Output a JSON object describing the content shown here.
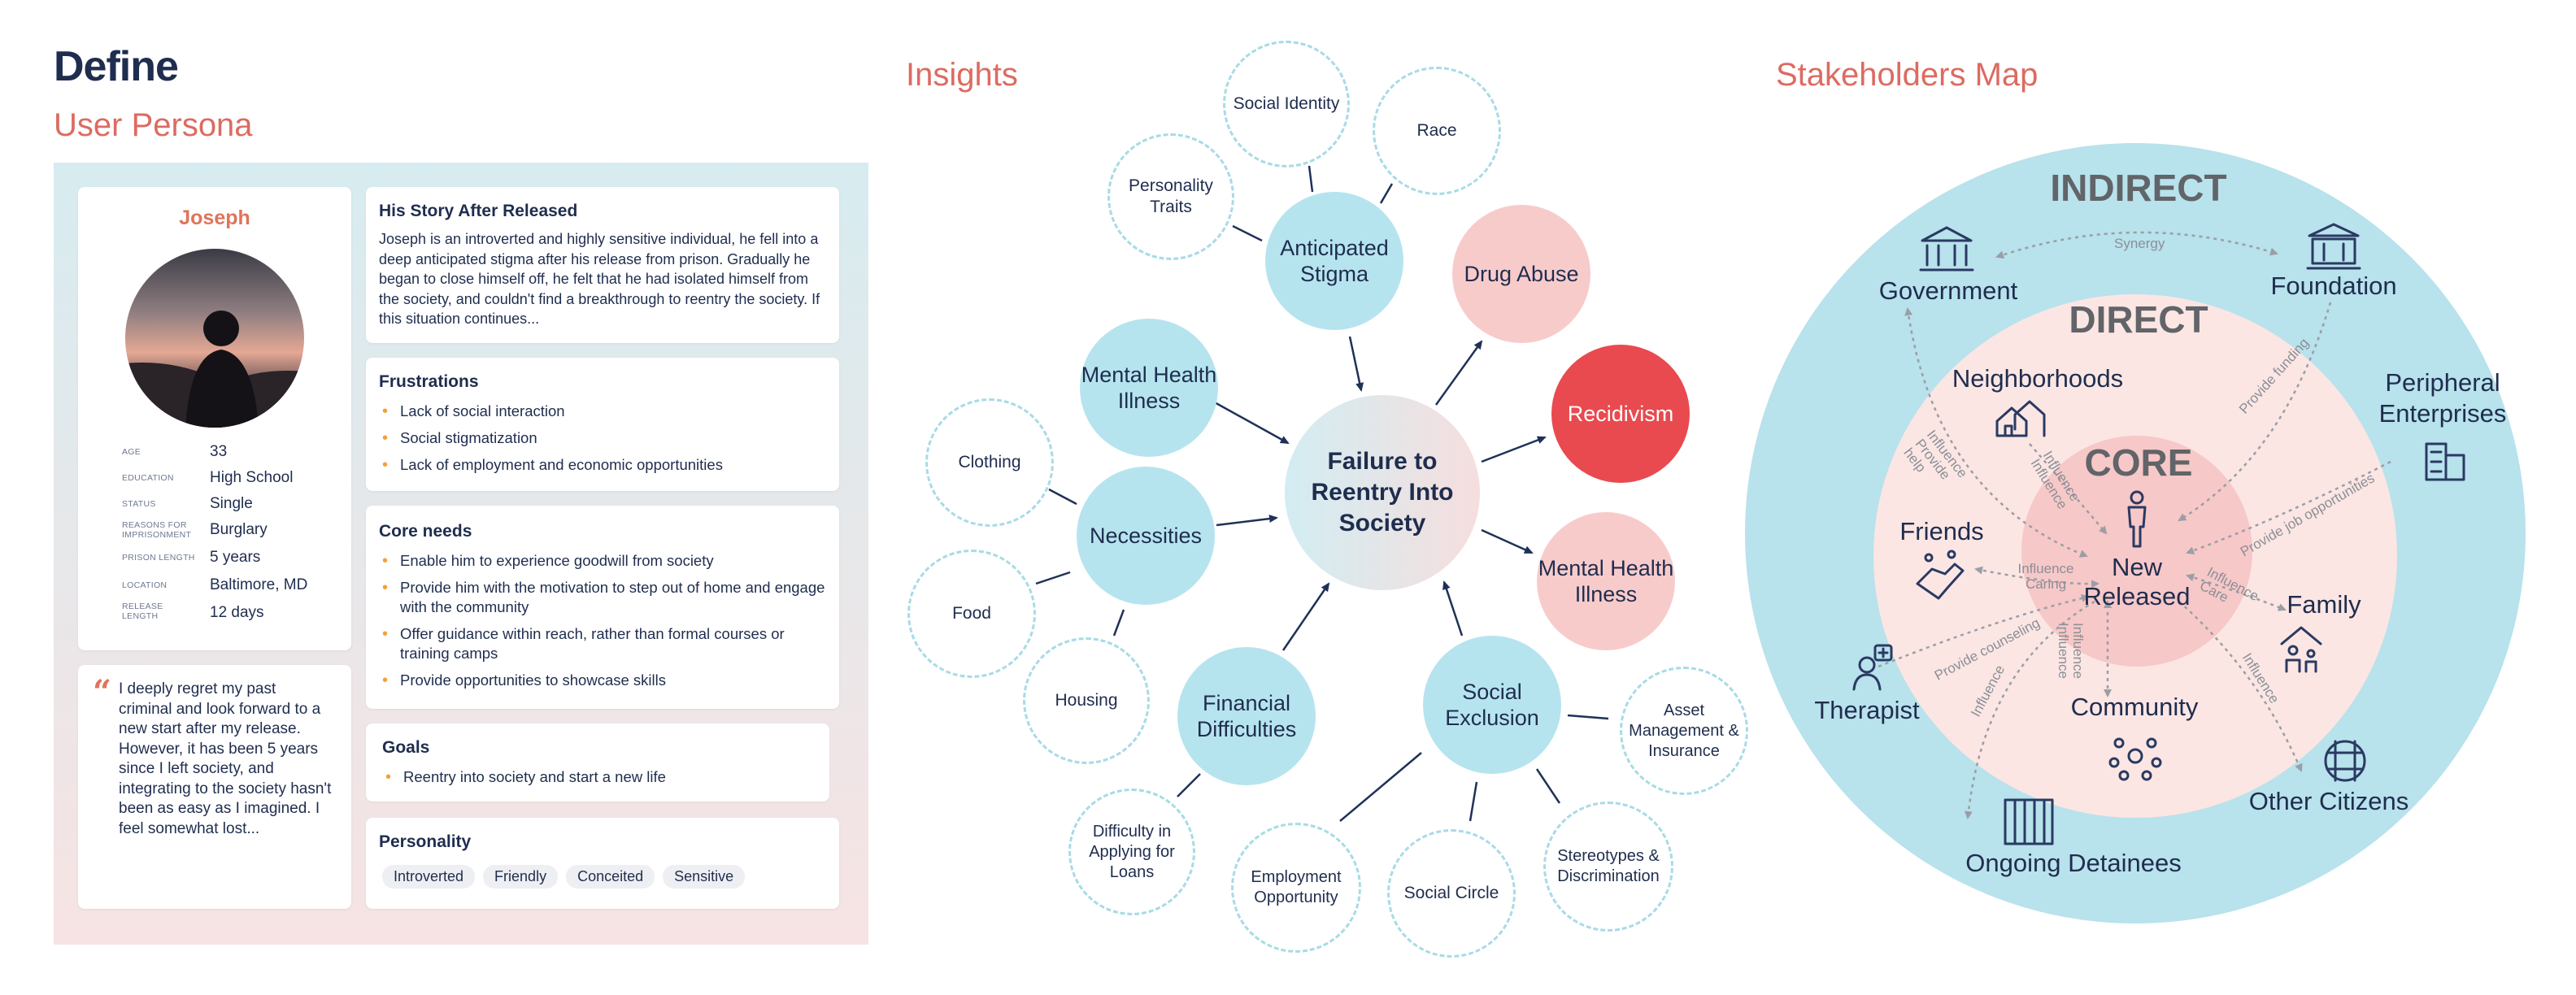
{
  "header": {
    "title": "Define",
    "persona_title": "User Persona",
    "insights_title": "Insights",
    "stakeholders_title": "Stakeholders Map"
  },
  "persona": {
    "name": "Joseph",
    "details": [
      {
        "label": "AGE",
        "value": "33"
      },
      {
        "label": "EDUCATION",
        "value": "High School"
      },
      {
        "label": "STATUS",
        "value": "Single"
      },
      {
        "label": "REASONS FOR IMPRISONMENT",
        "value": "Burglary"
      },
      {
        "label": "PRISON LENGTH",
        "value": "5 years"
      },
      {
        "label": "LOCATION",
        "value": "Baltimore, MD"
      },
      {
        "label": "RELEASE LENGTH",
        "value": "12 days"
      }
    ],
    "quote": "I deeply regret my past criminal and look forward to a new start after my release. However, it has been 5 years since I left society, and integrating to the society hasn't been as easy as I imagined. I feel somewhat lost...",
    "story": {
      "title": "His Story After Released",
      "text": "Joseph is an introverted and highly sensitive individual, he fell into a deep anticipated stigma after his release from prison. Gradually he began to close himself off, he felt that he had isolated himself from the society, and couldn't find a breakthrough to reentry the society. If this situation continues..."
    },
    "frustrations": {
      "title": "Frustrations",
      "items": [
        "Lack of social interaction",
        "Social stigmatization",
        "Lack of employment and economic opportunities"
      ]
    },
    "core_needs": {
      "title": "Core needs",
      "items": [
        "Enable him to experience goodwill from society",
        "Provide him with the motivation to step out of home and engage with the community",
        "Offer guidance within reach, rather than formal courses or training camps",
        "Provide opportunities to showcase skills"
      ]
    },
    "goals": {
      "title": "Goals",
      "items": [
        "Reentry into society and start a new life"
      ]
    },
    "personality": {
      "title": "Personality",
      "tags": [
        "Introverted",
        "Friendly",
        "Conceited",
        "Sensitive"
      ]
    }
  },
  "insights": {
    "center": "Failure to Reentry Into Society",
    "causes": {
      "anticipated_stigma": "Anticipated Stigma",
      "mental_health": "Mental Health Illness",
      "necessities": "Necessities",
      "financial": "Financial Difficulties",
      "social_exclusion": "Social Exclusion"
    },
    "effects": {
      "drug_abuse": "Drug Abuse",
      "recidivism": "Recidivism",
      "mental_health": "Mental Health Illness"
    },
    "factors": {
      "social_identity": "Social Identity",
      "race": "Race",
      "personality_traits": "Personality Traits",
      "clothing": "Clothing",
      "food": "Food",
      "housing": "Housing",
      "difficulty_loans": "Difficulty in Applying for Loans",
      "employment": "Employment Opportunity",
      "social_circle": "Social Circle",
      "stereotypes": "Stereotypes & Discrimination",
      "asset_management": "Asset Management & Insurance"
    }
  },
  "stakeholders": {
    "rings": {
      "indirect": "INDIRECT",
      "direct": "DIRECT",
      "core": "CORE"
    },
    "core_label": "New Released",
    "nodes": {
      "government": "Government",
      "foundation": "Foundation",
      "neighborhoods": "Neighborhoods",
      "peripheral": "Peripheral Enterprises",
      "friends": "Friends",
      "family": "Family",
      "therapist": "Therapist",
      "community": "Community",
      "other_citizens": "Other Citizens",
      "detainees": "Ongoing Detainees"
    },
    "relations": {
      "synergy": "Synergy",
      "provide_funding": "Provide funding",
      "influence_help": "Influence Provide help",
      "influence_influence": "Influence Influence",
      "provide_job": "Provide job opportunities",
      "influence_caring": "Influence Caring",
      "influence_care": "Influence Care",
      "provide_counseling": "Provide counseling",
      "influence_influence_2": "Influence Influence",
      "influence_detainees": "Influence",
      "influence_citizens": "Influence"
    },
    "colors": {
      "indirect": "#b8e2ec",
      "direct": "#fbe6e4",
      "core": "#f7c8c8"
    }
  }
}
